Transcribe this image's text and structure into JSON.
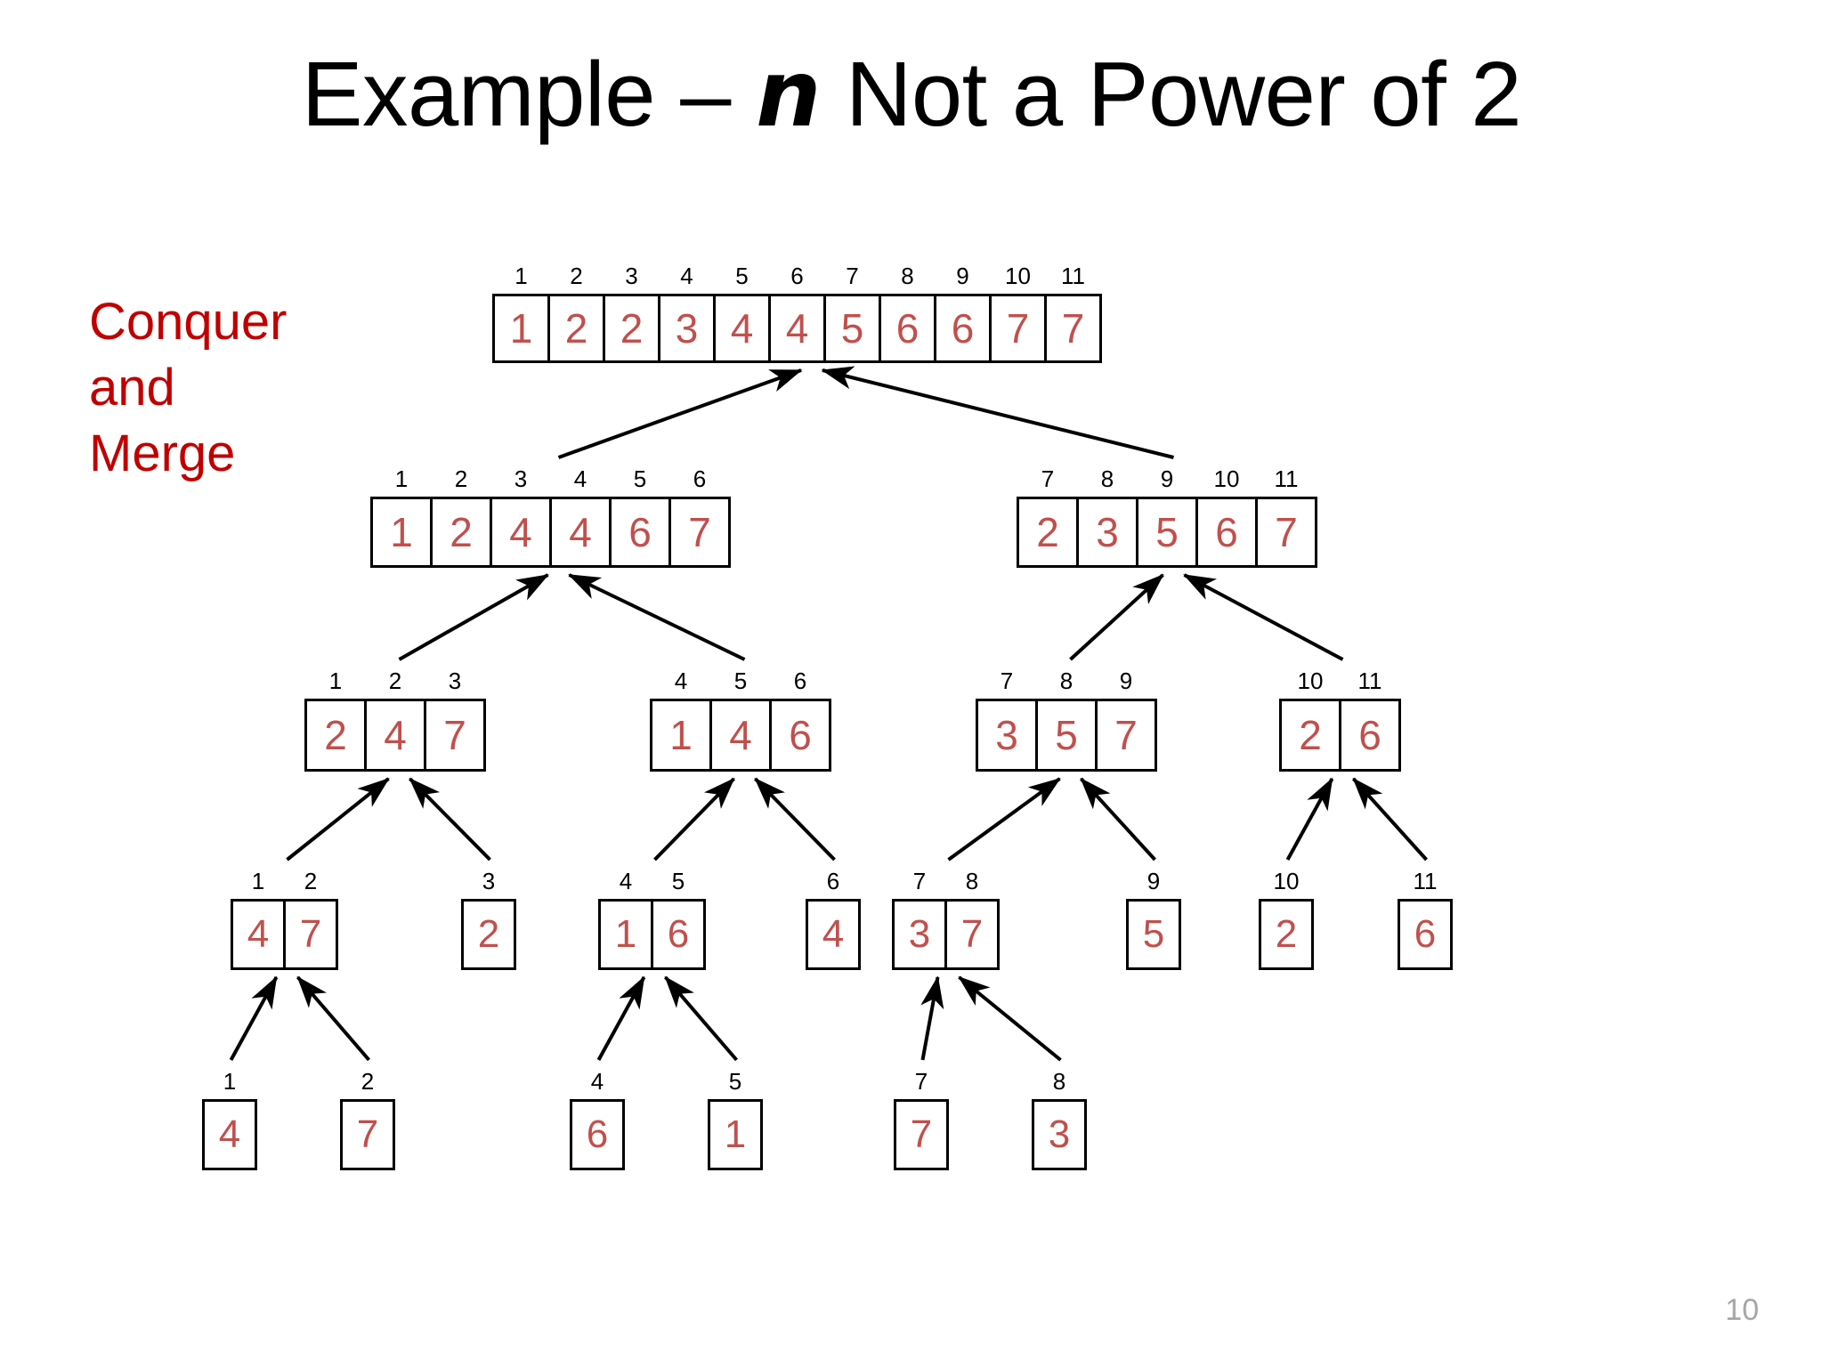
{
  "slide": {
    "title_prefix": "Example – ",
    "title_var": "n",
    "title_suffix": " Not a Power of 2",
    "page_number": "10",
    "caption_line1": "Conquer",
    "caption_line2": "and",
    "caption_line3": "Merge",
    "accent_value_color": "#C0504D",
    "accent_caption_color": "#C00000",
    "border_color": "#000000",
    "page_number_color": "#A6A6A6",
    "background": "#FFFFFF"
  },
  "diagram": {
    "type": "merge-sort-tree",
    "direction": "bottom-up-merge",
    "n": 11,
    "levels": [
      {
        "level": 1,
        "name": "merged-result",
        "arrays": [
          {
            "indices": [
              "1",
              "2",
              "3",
              "4",
              "5",
              "6",
              "7",
              "8",
              "9",
              "10",
              "11"
            ],
            "values": [
              "1",
              "2",
              "2",
              "3",
              "4",
              "4",
              "5",
              "6",
              "6",
              "7",
              "7"
            ]
          }
        ]
      },
      {
        "level": 2,
        "name": "two-halves",
        "arrays": [
          {
            "indices": [
              "1",
              "2",
              "3",
              "4",
              "5",
              "6"
            ],
            "values": [
              "1",
              "2",
              "4",
              "4",
              "6",
              "7"
            ]
          },
          {
            "indices": [
              "7",
              "8",
              "9",
              "10",
              "11"
            ],
            "values": [
              "2",
              "3",
              "5",
              "6",
              "7"
            ]
          }
        ]
      },
      {
        "level": 3,
        "name": "four-groups",
        "arrays": [
          {
            "indices": [
              "1",
              "2",
              "3"
            ],
            "values": [
              "2",
              "4",
              "7"
            ]
          },
          {
            "indices": [
              "4",
              "5",
              "6"
            ],
            "values": [
              "1",
              "4",
              "6"
            ]
          },
          {
            "indices": [
              "7",
              "8",
              "9"
            ],
            "values": [
              "3",
              "5",
              "7"
            ]
          },
          {
            "indices": [
              "10",
              "11"
            ],
            "values": [
              "2",
              "6"
            ]
          }
        ]
      },
      {
        "level": 4,
        "name": "pairs-and-singletons",
        "arrays": [
          {
            "indices": [
              "1",
              "2"
            ],
            "values": [
              "4",
              "7"
            ]
          },
          {
            "indices": [
              "3"
            ],
            "values": [
              "2"
            ]
          },
          {
            "indices": [
              "4",
              "5"
            ],
            "values": [
              "1",
              "6"
            ]
          },
          {
            "indices": [
              "6"
            ],
            "values": [
              "4"
            ]
          },
          {
            "indices": [
              "7",
              "8"
            ],
            "values": [
              "3",
              "7"
            ]
          },
          {
            "indices": [
              "9"
            ],
            "values": [
              "5"
            ]
          },
          {
            "indices": [
              "10"
            ],
            "values": [
              "2"
            ]
          },
          {
            "indices": [
              "11"
            ],
            "values": [
              "6"
            ]
          }
        ]
      },
      {
        "level": 5,
        "name": "singletons",
        "arrays": [
          {
            "indices": [
              "1"
            ],
            "values": [
              "4"
            ]
          },
          {
            "indices": [
              "2"
            ],
            "values": [
              "7"
            ]
          },
          {
            "indices": [
              "4"
            ],
            "values": [
              "6"
            ]
          },
          {
            "indices": [
              "5"
            ],
            "values": [
              "1"
            ]
          },
          {
            "indices": [
              "7"
            ],
            "values": [
              "7"
            ]
          },
          {
            "indices": [
              "8"
            ],
            "values": [
              "3"
            ]
          }
        ]
      }
    ]
  }
}
